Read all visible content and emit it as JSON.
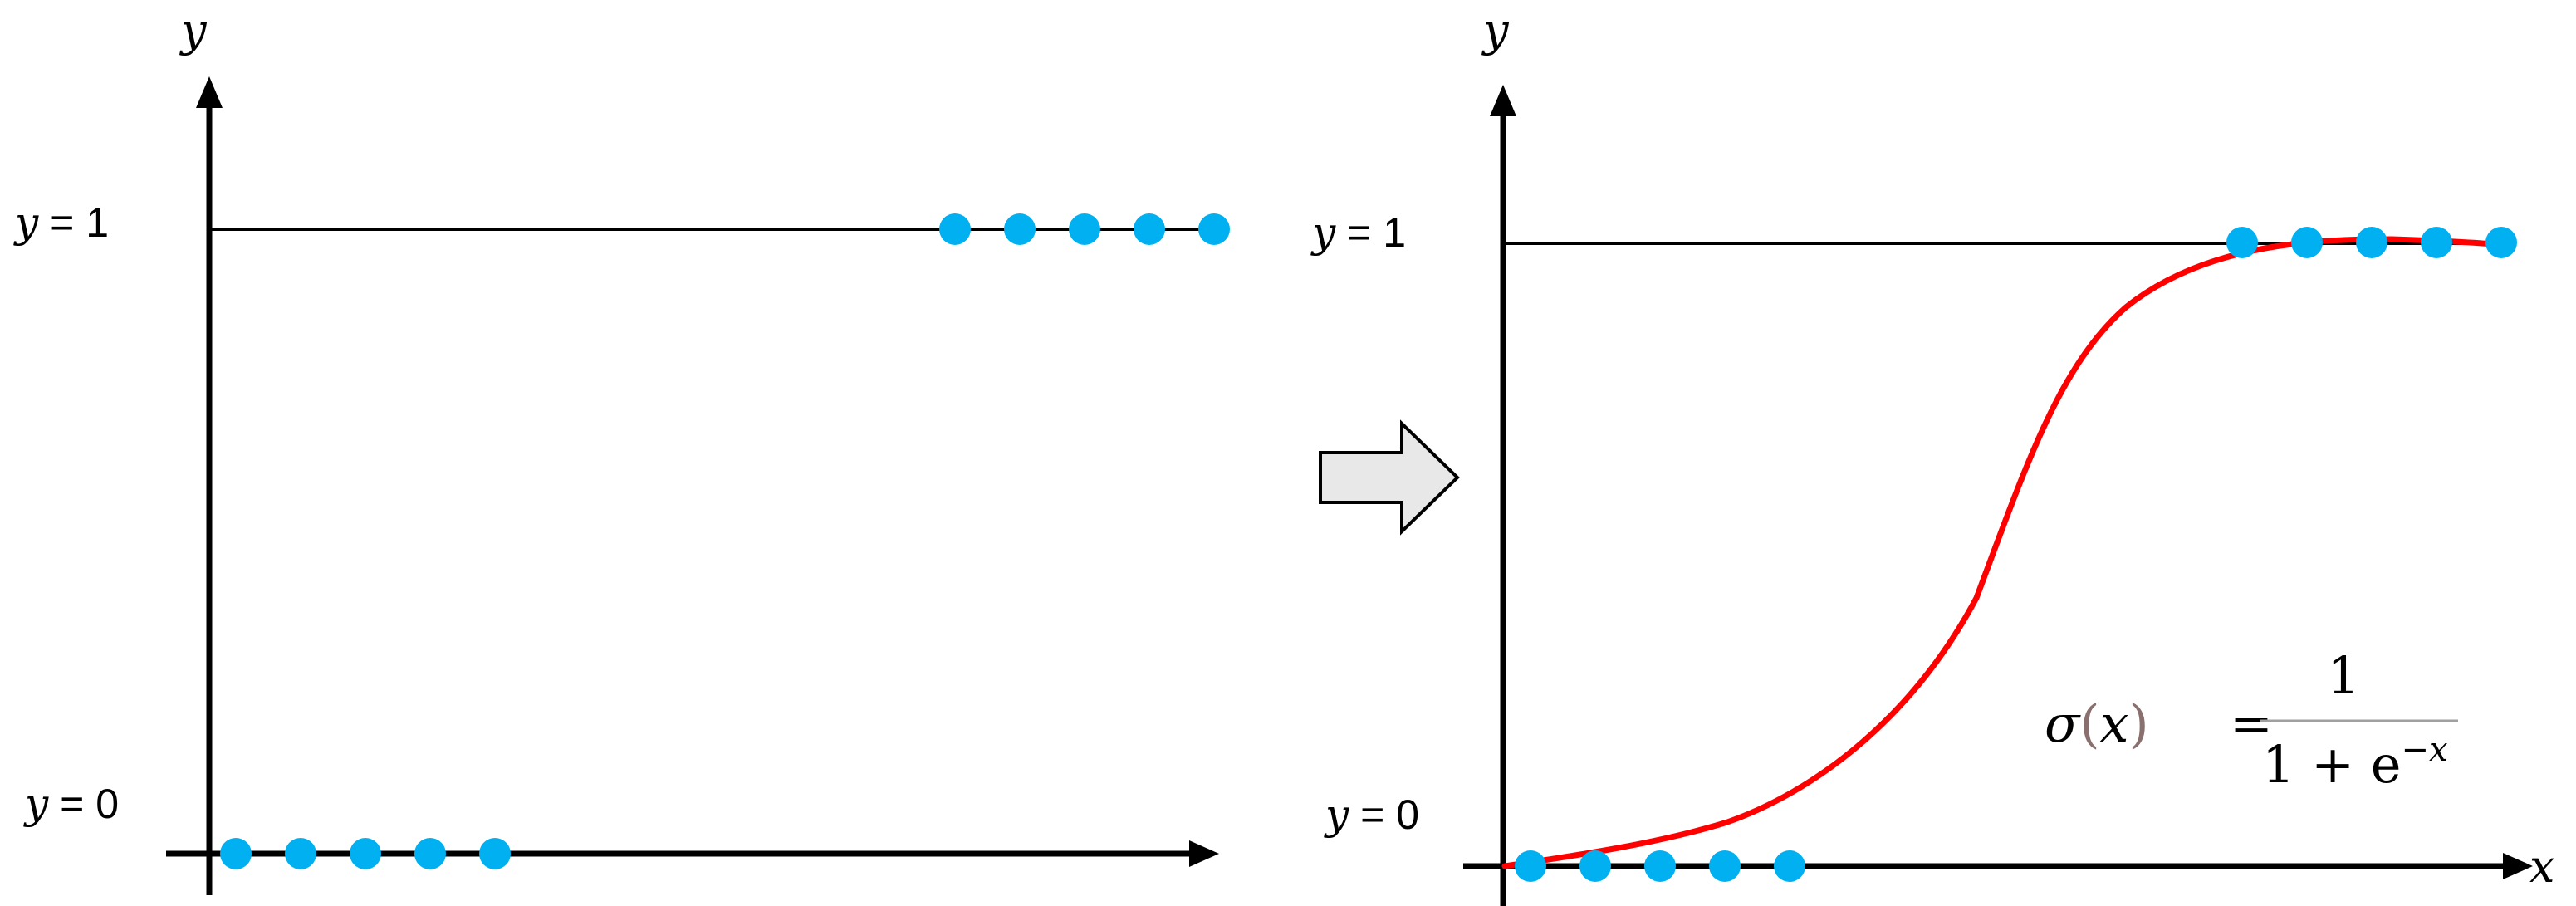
{
  "left_plot": {
    "y_axis_label": "y",
    "y1_label_var": "y",
    "y1_label_rest": " = 1",
    "y0_label_var": "y",
    "y0_label_rest": " = 0",
    "points_y1_count": 5,
    "points_y0_count": 5
  },
  "right_plot": {
    "y_axis_label": "y",
    "x_axis_label": "x",
    "y1_label_var": "y",
    "y1_label_rest": " = 1",
    "y0_label_var": "y",
    "y0_label_rest": " = 0",
    "points_y1_count": 5,
    "points_y0_count": 5,
    "formula": {
      "lhs_sigma": "σ",
      "lhs_open": "(",
      "lhs_var": "x",
      "lhs_close": ")",
      "equals": "=",
      "numerator": "1",
      "denominator_base": "1 + e",
      "denominator_exp": "−x"
    }
  },
  "colors": {
    "axis": "#000000",
    "points": "#00b0f0",
    "curve": "#ff0000",
    "arrow_fill": "#e8e8e8",
    "paren": "#8a6f6f"
  },
  "icons": {
    "transition_arrow": "right-arrow-icon"
  }
}
